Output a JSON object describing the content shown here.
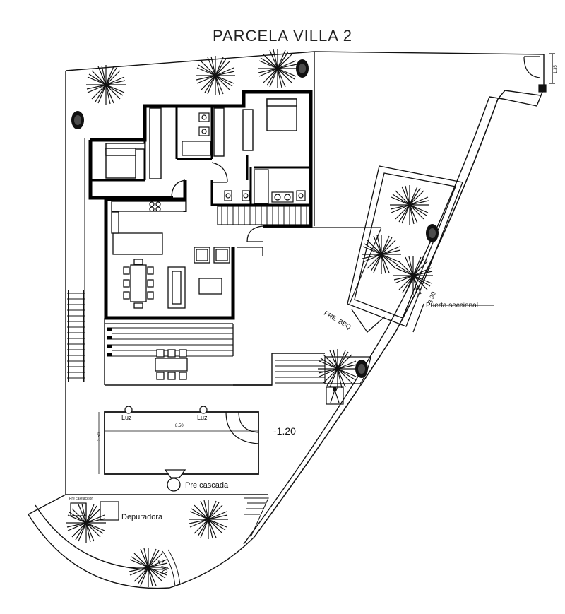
{
  "title": "PARCELA VILLA 2",
  "labels": {
    "level": "-1.20",
    "luz": "Luz",
    "pool_length": "8.50",
    "pool_width": "3.50",
    "cascade": "Pre cascada",
    "treatment": "Depuradora",
    "heating": "Pre calefacción",
    "bbq": "PRE. BBQ",
    "gate": "Puerta seccional",
    "gate_width": "3.30",
    "wall_height": "2.40",
    "corner_dim": "1.35"
  },
  "colors": {
    "ink": "#111111",
    "wall": "#000000",
    "paper": "#ffffff"
  },
  "icons": [
    "palm-tree-icon",
    "shrub-icon",
    "bed-icon",
    "toilet-icon",
    "sink-icon",
    "dining-table-icon",
    "sofa-icon",
    "armchair-icon",
    "stove-icon",
    "lamp-icon",
    "door-swing-icon"
  ]
}
